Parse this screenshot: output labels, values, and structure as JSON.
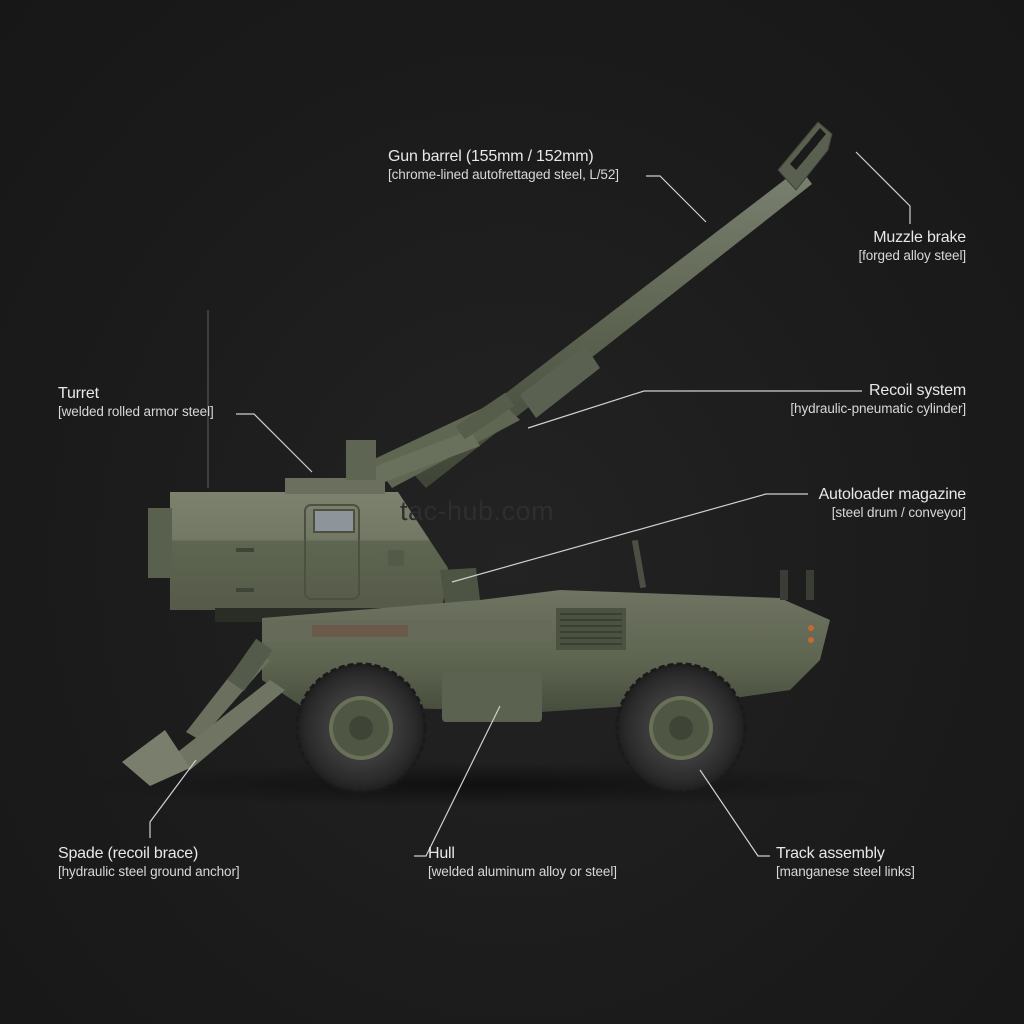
{
  "diagram": {
    "subject": "Wheeled self-propelled howitzer, side view",
    "watermark": "tac-hub.com",
    "colors": {
      "background": "#1c1c1c",
      "label_text": "#e8e8e8",
      "leader_line": "#d0d0d0",
      "vehicle_olive": "#5f6650",
      "vehicle_olive_light": "#767c66",
      "tire": "#2b2b2b"
    },
    "callouts": [
      {
        "id": "gun-barrel",
        "title": "Gun barrel (155mm / 152mm)",
        "material": "[chrome-lined autofrettaged steel, L/52]"
      },
      {
        "id": "muzzle-brake",
        "title": "Muzzle brake",
        "material": "[forged alloy steel]"
      },
      {
        "id": "turret",
        "title": "Turret",
        "material": "[welded rolled armor steel]"
      },
      {
        "id": "recoil-system",
        "title": "Recoil system",
        "material": "[hydraulic-pneumatic cylinder]"
      },
      {
        "id": "autoloader-magazine",
        "title": "Autoloader magazine",
        "material": "[steel drum / conveyor]"
      },
      {
        "id": "spade",
        "title": "Spade (recoil brace)",
        "material": "[hydraulic steel ground anchor]"
      },
      {
        "id": "hull",
        "title": "Hull",
        "material": "[welded aluminum alloy or steel]"
      },
      {
        "id": "track-assembly",
        "title": "Track assembly",
        "material": "[manganese steel links]"
      }
    ]
  }
}
